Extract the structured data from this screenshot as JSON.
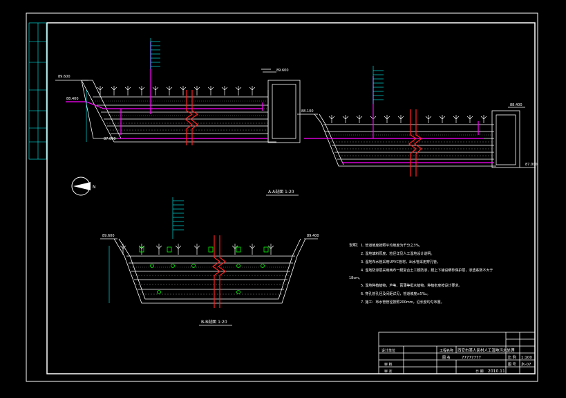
{
  "colors": {
    "background": "#000000",
    "line": "#ffffff",
    "pipe": "#ff00ff",
    "section_break": "#ff2020",
    "cyan": "#00ffff",
    "plant": "#00ff00"
  },
  "sections": {
    "aa_title": "A-A剖面 1:20",
    "bb_title": "B-B剖面 1:20"
  },
  "elevations": {
    "aa_left_top": "89.600",
    "aa_left_water": "88.400",
    "aa_left_bottom": "87.000",
    "aa_right_box": "89.600",
    "aa_right_top": "88.100",
    "aa_right_water": "88.400",
    "aa_right_bottom": "87.000",
    "aa_far_right": "87.000",
    "bb_left": "89.600",
    "bb_right": "89.400"
  },
  "notes": {
    "title": "说明：",
    "items": [
      "1. 管道坡度按照平均坡度为千分之3%。",
      "2. 湿地填料厚度、粒径详见人工湿地设计说明。",
      "3. 湿地布水管采用UPVC管材，出水管采用穿孔管。",
      "4. 湿地防渗层采用两布一膜复合土工膜防渗，膜上下铺设细砂保护层，渗透系数不大于",
      "18cm。",
      "5. 湿地种植植物，芦苇、菖蒲等挺水植物。种植密度按设计要求。",
      "6. 穿孔管孔径及间距详见，管道坡度≥5‰。",
      "7. 施工：布水管管径按照200mm，沿长度均匀布置。"
    ]
  },
  "title_block": {
    "designer_label": "设计单位",
    "project_label": "工程名称",
    "project_name": "西安市某人民村人工湿地污水处理",
    "check_label": "审 核",
    "review_label": "审 定",
    "drawing_label": "图 名",
    "drawing_name": "77777777",
    "scale_label": "比 例",
    "scale_value": "1:100",
    "number_label": "图 号",
    "number_value": "水-07",
    "date_label": "日 期",
    "date_value": "2010.11"
  },
  "north_label": "N"
}
